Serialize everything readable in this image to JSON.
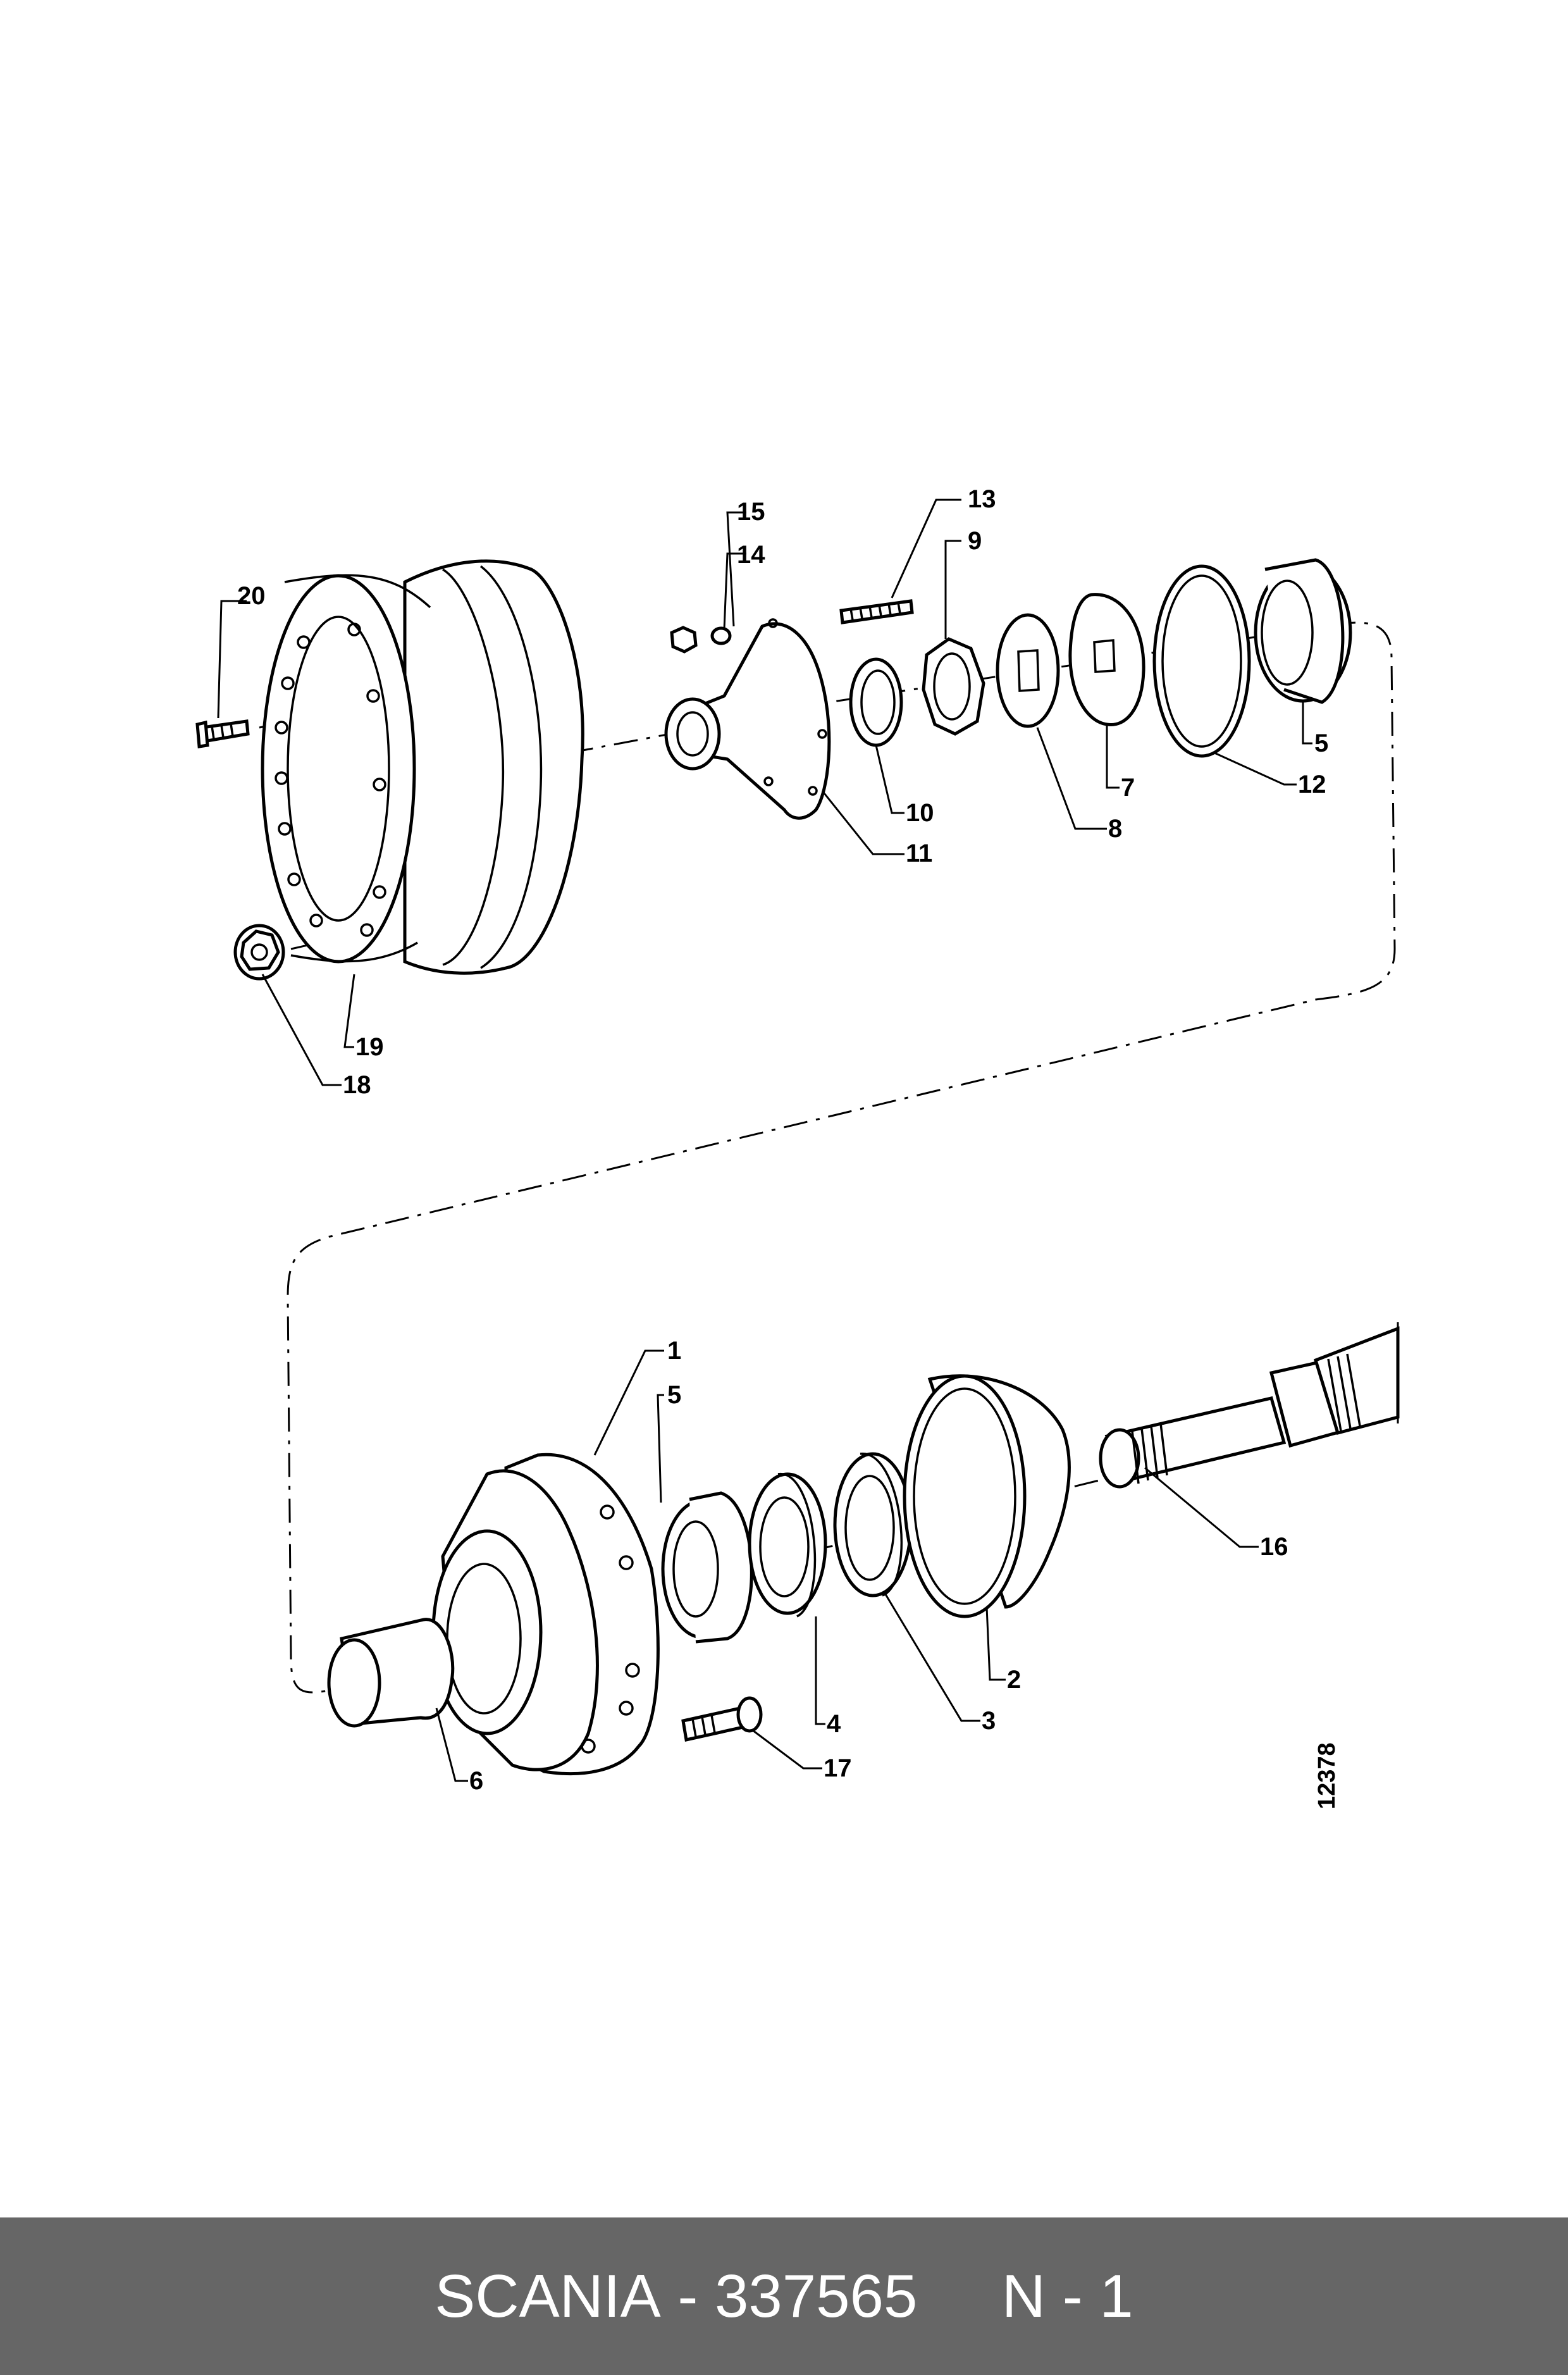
{
  "diagram": {
    "callouts": [
      "1",
      "2",
      "3",
      "4",
      "5",
      "6",
      "7",
      "8",
      "9",
      "10",
      "11",
      "12",
      "13",
      "14",
      "15",
      "16",
      "17",
      "18",
      "19",
      "20"
    ],
    "drawing_number": "12378"
  },
  "footer": {
    "brand": "SCANIA",
    "separator": " - ",
    "part_number": "337565",
    "gap": "     ",
    "sheet": "N - 1"
  }
}
